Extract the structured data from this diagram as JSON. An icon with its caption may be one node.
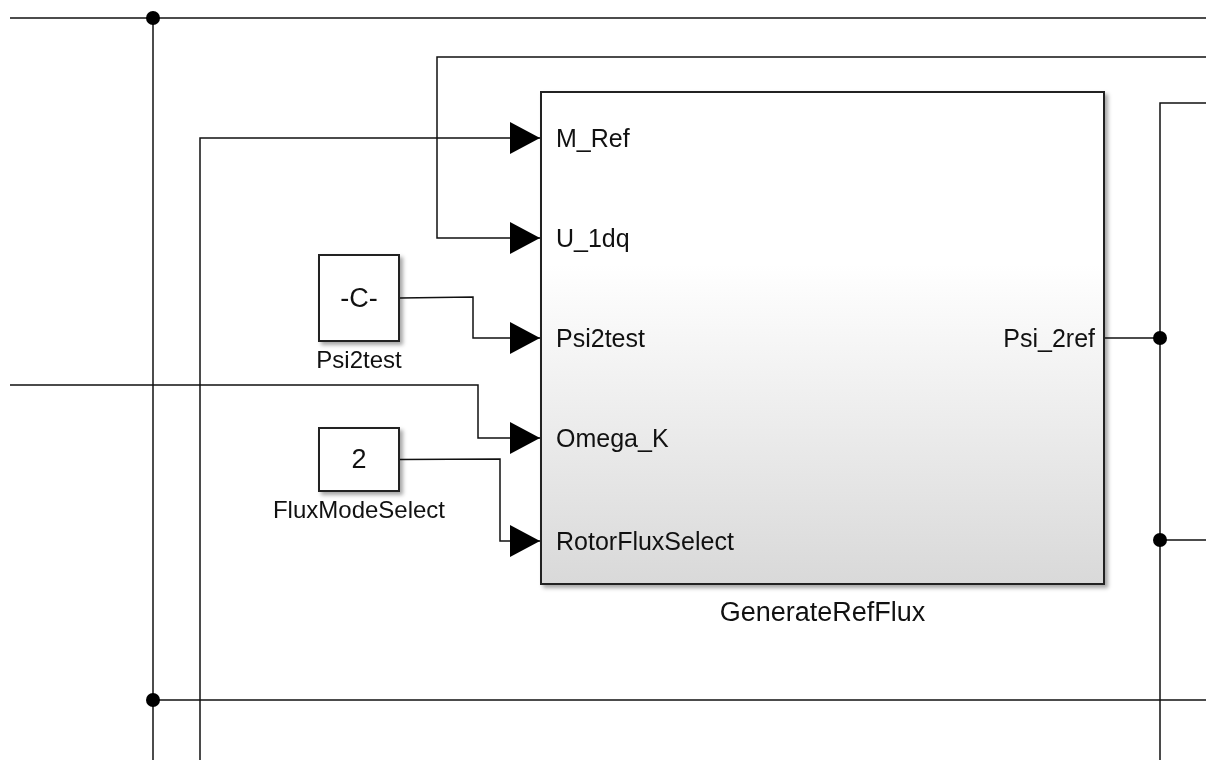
{
  "diagram": {
    "nodes": [
      {
        "text": [
          "GenerateRefFlux"
        ]
      },
      {
        "text": [
          "M_Ref"
        ],
        "in": 0
      },
      {
        "text": [
          "U_1dq"
        ],
        "in": 0
      },
      {
        "text": [
          "Psi2test"
        ],
        "in": 0
      },
      {
        "text": [
          "Omega_K"
        ],
        "in": 0
      },
      {
        "text": [
          "RotorFluxSelect"
        ],
        "in": 0
      },
      {
        "text": [
          "Psi_2ref"
        ],
        "in": 0
      },
      {
        "text": [
          "-C-"
        ],
        "beside": [
          "Psi2test"
        ]
      },
      {
        "text": [
          "2"
        ],
        "beside": [
          "FluxModeSelect"
        ]
      }
    ],
    "edges": [
      {
        "from": null,
        "to": 1,
        "arrow": "to"
      },
      {
        "from": null,
        "to": 2,
        "arrow": "to"
      },
      {
        "from": 7,
        "to": 3,
        "arrow": "to"
      },
      {
        "from": null,
        "to": 4,
        "arrow": "to"
      },
      {
        "from": 8,
        "to": 5,
        "arrow": "to"
      },
      {
        "from": 6,
        "to": null,
        "arrow": "none"
      }
    ]
  }
}
